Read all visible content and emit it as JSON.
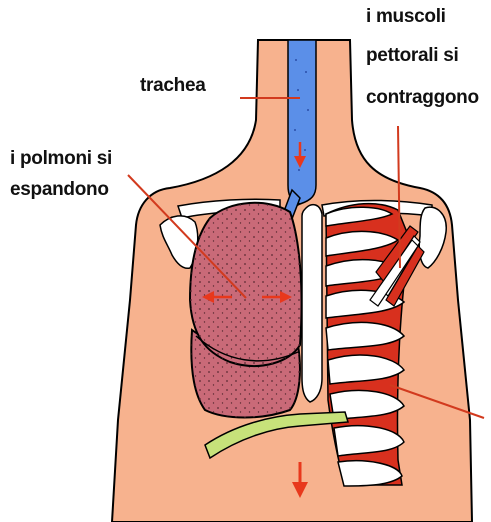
{
  "labels": {
    "trachea": "trachea",
    "lungs_line1": "i polmoni si",
    "lungs_line2": "espandono",
    "muscles_line1": "i muscoli",
    "muscles_line2": "pettorali si",
    "muscles_line3": "contraggono"
  },
  "colors": {
    "skin": "#F7B28E",
    "outline": "#000000",
    "trachea": "#5B8FE8",
    "lung": "#C96A78",
    "ribs": "#FFFFFF",
    "intercostal": "#D8301E",
    "diaphragm": "#C7E27A",
    "arrows": "#E8381C",
    "leader_lines": "#D23A1E"
  }
}
